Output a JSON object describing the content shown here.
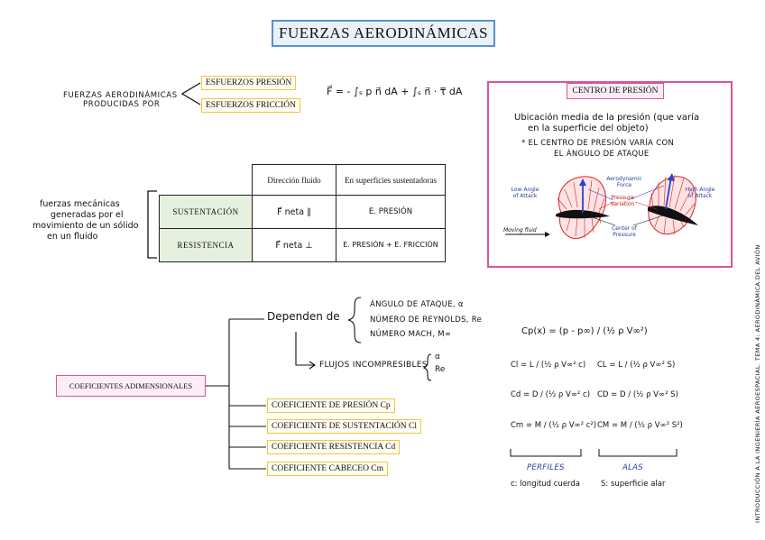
{
  "title": "FUERZAS AERODINÁMICAS",
  "intro": {
    "label_line1": "FUERZAS AERODINÁMICAS",
    "label_line2": "PRODUCIDAS POR",
    "box_pressure": "ESFUERZOS PRESIÓN",
    "box_friction": "ESFUERZOS FRICCIÓN",
    "formula": "F⃗ = - ∫ₛ p n⃗ dA + ∫ₛ n⃗ · τ̿ dA"
  },
  "mechanical": {
    "line1": "fuerzas mecánicas",
    "line2": "generadas por el",
    "line3": "movimiento de un sólido",
    "line4": "en un fluido"
  },
  "table": {
    "headers": [
      "",
      "Dirección fluido",
      "En superficies sustentadoras"
    ],
    "rows": [
      {
        "label": "SUSTENTACIÓN",
        "direction": "F⃗ neta ∥",
        "surface": "E. PRESIÓN"
      },
      {
        "label": "RESISTENCIA",
        "direction": "F⃗ neta ⊥",
        "surface": "E. PRESIÓN + E. FRICCIÓN"
      }
    ]
  },
  "center_of_pressure": {
    "title": "CENTRO DE PRESIÓN",
    "text_line1": "Ubicación media de la presión (que varía",
    "text_line2": "en la superficie del objeto)",
    "note_line1": "* EL CENTRO DE PRESIÓN VARÍA CON",
    "note_line2": "EL ÁNGULO DE ATAQUE",
    "fig_low_angle": "Low Angle of Attack",
    "fig_high_angle": "High Angle of Attack",
    "fig_aero_force": "Aerodynamic Force",
    "fig_pressure_var": "Pressure Variation",
    "fig_center": "Center of Pressure",
    "fig_moving_fluid": "Moving fluid"
  },
  "coefficients": {
    "main_box": "COEFICIENTES ADIMENSIONALES",
    "depends_on": "Dependen de",
    "depend_items": [
      "ÁNGULO DE ATAQUE, α",
      "NÚMERO DE REYNOLDS, Re",
      "NÚMERO MACH, M∞"
    ],
    "incompressible": "FLUJOS INCOMPRESIBLES",
    "incompressible_vars": [
      "α",
      "Re"
    ],
    "items": [
      "COEFICIENTE DE PRESIÓN Cp",
      "COEFICIENTE DE SUSTENTACIÓN Cl",
      "COEFICIENTE RESISTENCIA Cd",
      "COEFICIENTE CABECEO Cm"
    ]
  },
  "formulas": {
    "cp": "Cp(x) = (p - p∞) / (½ ρ V∞²)",
    "cl_profile": "Cl = L / (½ ρ V∞² c)",
    "cl_wing": "CL = L / (½ ρ V∞² S)",
    "cd_profile": "Cd = D / (½ ρ V∞² c)",
    "cd_wing": "CD = D / (½ ρ V∞² S)",
    "cm_profile": "Cm = M / (½ ρ V∞² c²)",
    "cm_wing": "CM = M / (½ ρ V∞² S²)",
    "label_profiles": "PERFILES",
    "label_wings": "ALAS",
    "note_c": "c: longitud cuerda",
    "note_s": "S: superficie alar"
  },
  "side_text": "INTRODUCCIÓN A LA INGENIERÍA AEROESPACIAL. TEMA 4: AERODINÁMICA DEL AVIÓN",
  "colors": {
    "title_border": "#5a8fd0",
    "yellow_border": "#f2c640",
    "pink_border": "#d9559a",
    "table_label_bg": "#e6f0df",
    "ink_blue": "#2a3f9a"
  }
}
